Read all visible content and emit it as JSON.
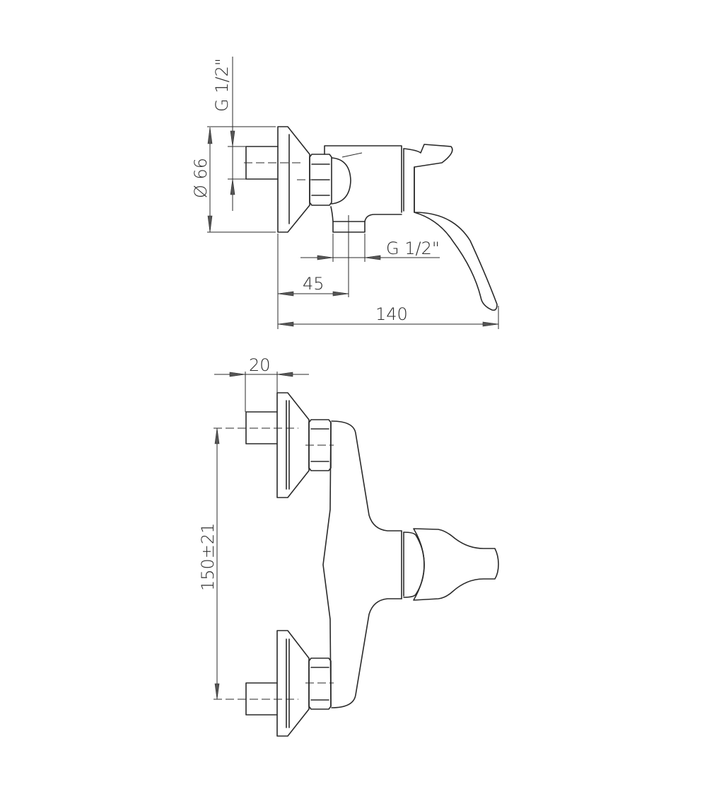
{
  "side_view": {
    "dims": {
      "inlet_thread": "G 1/2\"",
      "flange_diameter": "Ø 66",
      "outlet_thread": "G 1/2\"",
      "outlet_offset": "45",
      "overall_depth": "140"
    }
  },
  "front_view": {
    "dims": {
      "stub_length": "20",
      "center_distance": "150±21"
    }
  }
}
